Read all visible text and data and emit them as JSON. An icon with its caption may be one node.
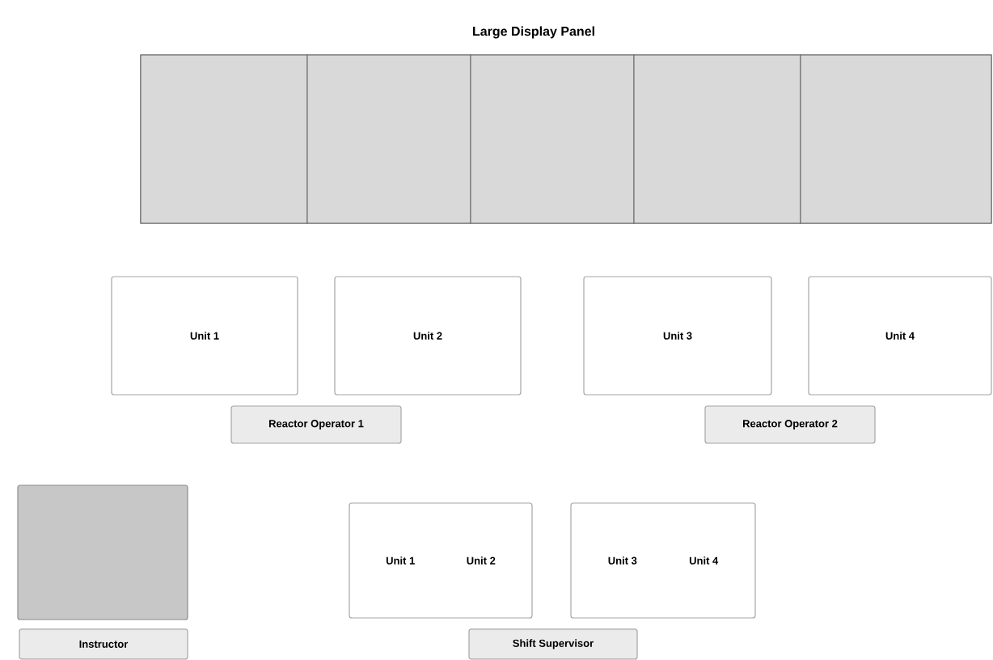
{
  "diagram": {
    "nodes": [
      {
        "text": [
          "Large Display Panel"
        ]
      },
      {
        "text": [],
        "shape": "box",
        "in": 0
      },
      {
        "text": [],
        "shape": "box",
        "in": 0
      },
      {
        "text": [],
        "shape": "box",
        "in": 0
      },
      {
        "text": [],
        "shape": "box",
        "in": 0
      },
      {
        "text": [],
        "shape": "box",
        "in": 0
      },
      {
        "text": [
          "Unit 1"
        ]
      },
      {
        "text": [
          "Unit 2"
        ]
      },
      {
        "text": [
          "Unit 3"
        ]
      },
      {
        "text": [
          "Unit 4"
        ]
      },
      {
        "text": [
          "Reactor Operator 1"
        ]
      },
      {
        "text": [
          "Reactor Operator 2"
        ]
      },
      {
        "text": [],
        "shape": "box"
      },
      {
        "text": [
          "Unit 1",
          "Unit 2"
        ]
      },
      {
        "text": [
          "Unit 3",
          "Unit 4"
        ]
      },
      {
        "text": [
          "Instructor"
        ]
      },
      {
        "text": [
          "Shift Supervisor"
        ]
      }
    ]
  }
}
